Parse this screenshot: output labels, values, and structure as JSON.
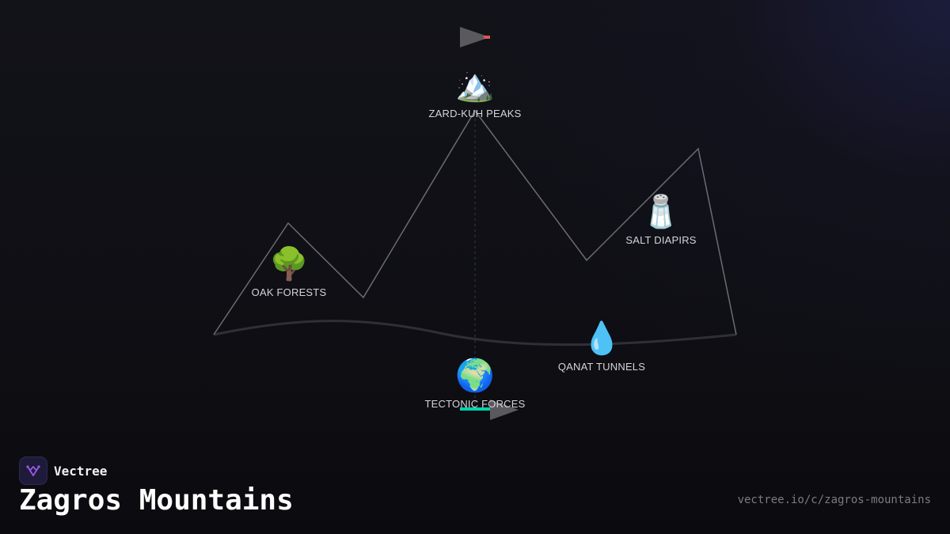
{
  "diagram": {
    "nodes": [
      {
        "id": "zard-kuh-peaks",
        "label": "ZARD-KUH PEAKS",
        "icon": "snow-capped-mountain-icon",
        "emoji": "🏔️"
      },
      {
        "id": "oak-forests",
        "label": "OAK FORESTS",
        "icon": "deciduous-tree-icon",
        "emoji": "🌳"
      },
      {
        "id": "salt-diapirs",
        "label": "SALT DIAPIRS",
        "icon": "salt-shaker-icon",
        "emoji": "🧂"
      },
      {
        "id": "qanat-tunnels",
        "label": "QANAT TUNNELS",
        "icon": "water-droplet-icon",
        "emoji": "💧"
      },
      {
        "id": "tectonic-forces",
        "label": "TECTONIC FORCES",
        "icon": "globe-icon",
        "emoji": "🌍"
      }
    ],
    "colors": {
      "ridge_line": "#6b6b72",
      "base_curve": "#2f2f36",
      "axis_dotted": "#3a3a42",
      "flag": "#5a5a5e",
      "flag_tip_top": "#e05555",
      "flag_tip_bottom": "#00d4aa"
    }
  },
  "brand": {
    "name": "Vectree",
    "logo_icon": "vectree-logo-icon",
    "logo_color": "#9b59e6"
  },
  "page": {
    "title": "Zagros Mountains",
    "url": "vectree.io/c/zagros-mountains"
  }
}
